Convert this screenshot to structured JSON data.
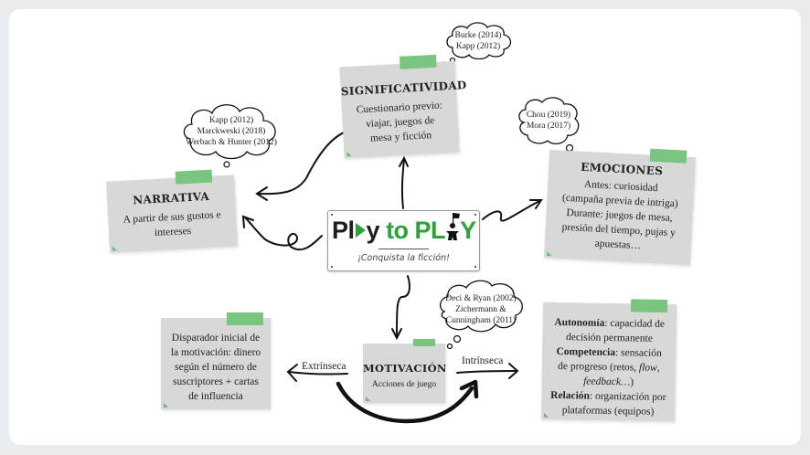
{
  "logo": {
    "title_part1": "Pl",
    "title_part2": "y",
    "title_part3": "to PL",
    "title_part4": "Y",
    "subtitle": "¡Conquista la ficción!",
    "colors": {
      "dark": "#1e1e1e",
      "green": "#2ea23a"
    }
  },
  "notes": {
    "significatividad": {
      "title": "SIGNIFICATIVIDAD",
      "lines": [
        "Cuestionario previo:",
        "viajar, juegos de",
        "mesa y ficción"
      ]
    },
    "narrativa": {
      "title": "NARRATIVA",
      "lines": [
        "A partir de sus gustos e",
        "intereses"
      ]
    },
    "emociones": {
      "title": "EMOCIONES",
      "lines": [
        "Antes: curiosidad",
        "(campaña previa de intriga)",
        "Durante: juegos de mesa,",
        "presión del tiempo, pujas y",
        "apuestas…"
      ]
    },
    "motivacion": {
      "title": "MOTIVACIÓN",
      "subtitle": "Acciones de juego"
    },
    "extrinseca": {
      "lines": [
        "Disparador inicial de",
        "la motivación: dinero",
        "según el número de",
        "suscriptores + cartas",
        "de influencia"
      ]
    },
    "intrinseca": {
      "autonomia_label": "Autonomía",
      "autonomia_text": ": capacidad de",
      "autonomia_text2": "decisión permanente",
      "competencia_label": "Competencia",
      "competencia_text": ": sensación",
      "competencia_text2": "de progreso (retos, ",
      "competencia_flow": "flow",
      "competencia_comma": ",",
      "competencia_feedback": "feedback…",
      "competencia_close": ")",
      "relacion_label": "Relación",
      "relacion_text": ": organización por",
      "relacion_text2": "plataformas (equipos)"
    }
  },
  "clouds": {
    "significatividad": [
      "Burke (2014)",
      "Kapp (2012)"
    ],
    "narrativa": [
      "Kapp (2012)",
      "Marckweski (2018)",
      "Werbach & Hunter (2012)"
    ],
    "emociones": [
      "Chou (2019)",
      "Mora (2017)"
    ],
    "motivacion": [
      "Deci & Ryan (2002)",
      "Zichermann &",
      "Cunningham (2011)"
    ]
  },
  "arrow_labels": {
    "extrinseca": "Extrínseca",
    "intrinseca": "Intrínseca"
  },
  "colors": {
    "tape": "#79c47f",
    "note_bg": "#d8d8d8",
    "page_bg": "#e9ecef"
  }
}
